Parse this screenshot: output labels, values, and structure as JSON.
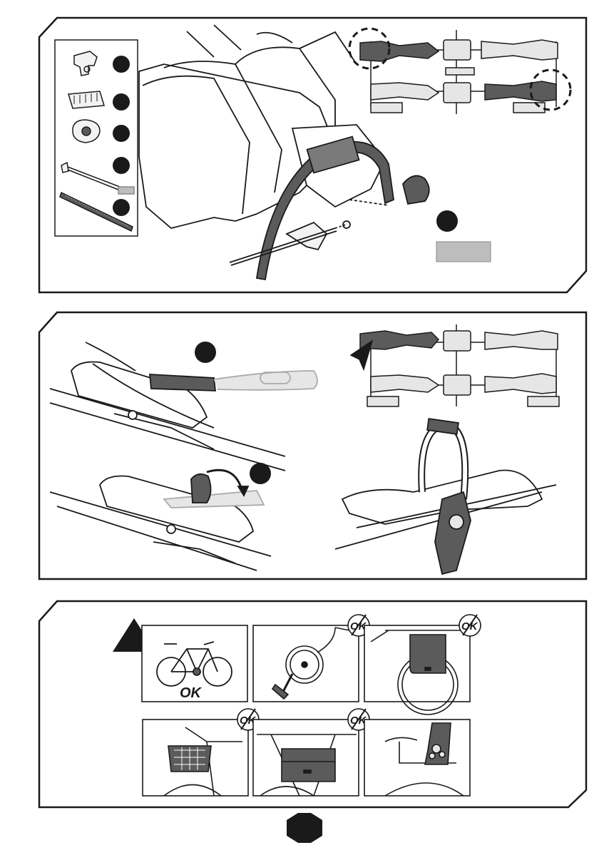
{
  "panels": {
    "top": {
      "parts": [
        {
          "icon": "clamp-part-icon"
        },
        {
          "icon": "rubber-pad-icon"
        },
        {
          "icon": "knob-part-icon"
        },
        {
          "icon": "bolt-part-icon"
        },
        {
          "icon": "strap-part-icon"
        }
      ]
    },
    "bottom": {
      "ok_label": "OK",
      "not_ok_label": "OK",
      "scenes": [
        {
          "name": "bicycle-scene",
          "status": "ok"
        },
        {
          "name": "child-wheel-scene",
          "status": "not-ok"
        },
        {
          "name": "pannier-bag-scene",
          "status": "not-ok"
        },
        {
          "name": "basket-scene",
          "status": "not-ok"
        },
        {
          "name": "frame-bag-scene",
          "status": "not-ok"
        },
        {
          "name": "child-seat-scene",
          "status": "not-ok"
        }
      ]
    }
  },
  "colors": {
    "ink": "#1a1a1a",
    "dark_part": "#5b5b5b",
    "light_part": "#e6e6e6",
    "label_gray": "#bdbdbd"
  }
}
